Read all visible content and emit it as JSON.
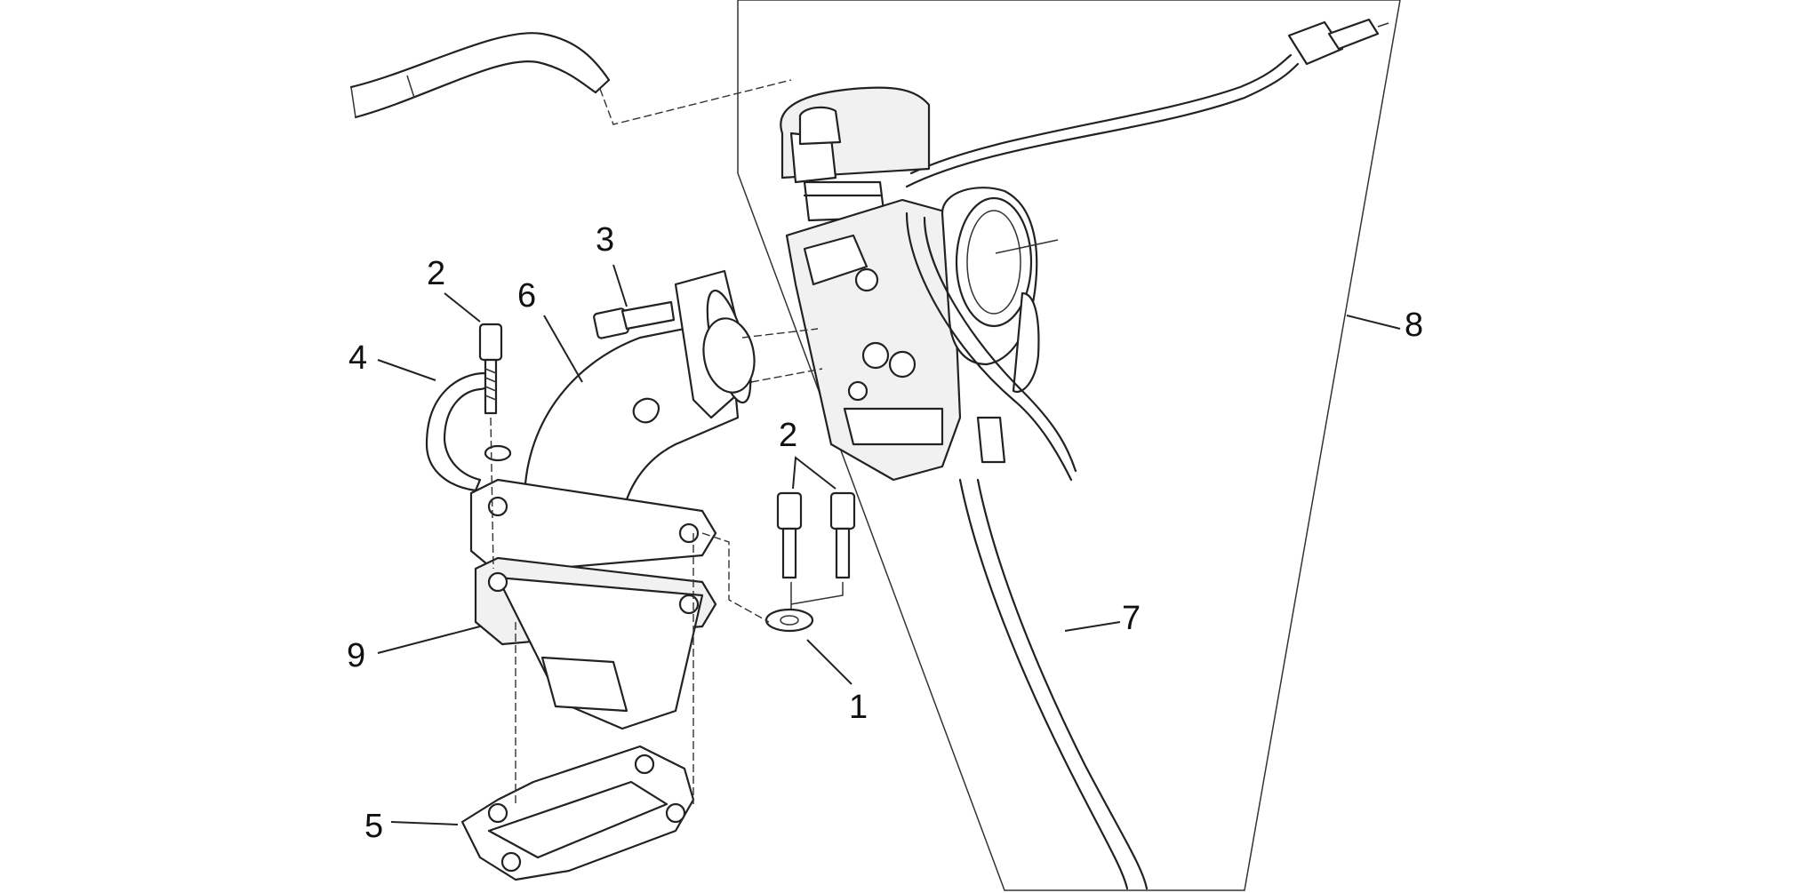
{
  "diagram": {
    "line_color": "#222222",
    "background": "#ffffff",
    "callouts": [
      {
        "id": "c1",
        "label": "1",
        "part": "washer"
      },
      {
        "id": "c2a",
        "label": "2",
        "part": "screw"
      },
      {
        "id": "c2b",
        "label": "2",
        "part": "screw"
      },
      {
        "id": "c3",
        "label": "3",
        "part": "screw"
      },
      {
        "id": "c4",
        "label": "4",
        "part": "clamp"
      },
      {
        "id": "c5",
        "label": "5",
        "part": "gasket"
      },
      {
        "id": "c6",
        "label": "6",
        "part": "intake-manifold"
      },
      {
        "id": "c7",
        "label": "7",
        "part": "hose"
      },
      {
        "id": "c8",
        "label": "8",
        "part": "carburetor-assembly"
      },
      {
        "id": "c9",
        "label": "9",
        "part": "reed-valve"
      }
    ]
  }
}
